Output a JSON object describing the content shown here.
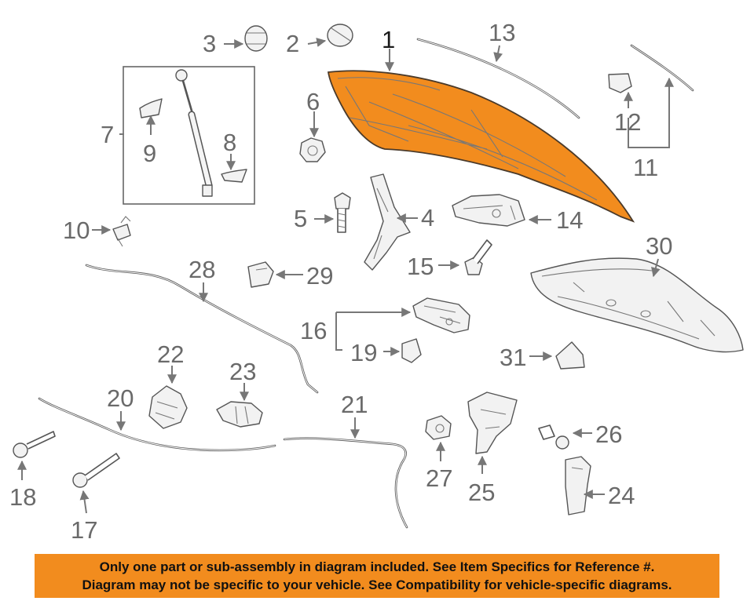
{
  "diagram": {
    "callouts": [
      "1",
      "2",
      "3",
      "4",
      "5",
      "6",
      "7",
      "8",
      "9",
      "10",
      "11",
      "12",
      "13",
      "14",
      "15",
      "16",
      "17",
      "18",
      "19",
      "20",
      "21",
      "22",
      "23",
      "24",
      "25",
      "26",
      "27",
      "28",
      "29",
      "30",
      "31"
    ],
    "colors": {
      "highlight": "#f28c1e",
      "line": "#555555",
      "label": "#6a6a6a",
      "banner": "#f28c1e"
    }
  },
  "notice": {
    "line1": "Only one part or sub-assembly in diagram included. See Item Specifics for Reference #.",
    "line2": "Diagram may not be specific to your vehicle. See Compatibility for vehicle-specific diagrams."
  }
}
